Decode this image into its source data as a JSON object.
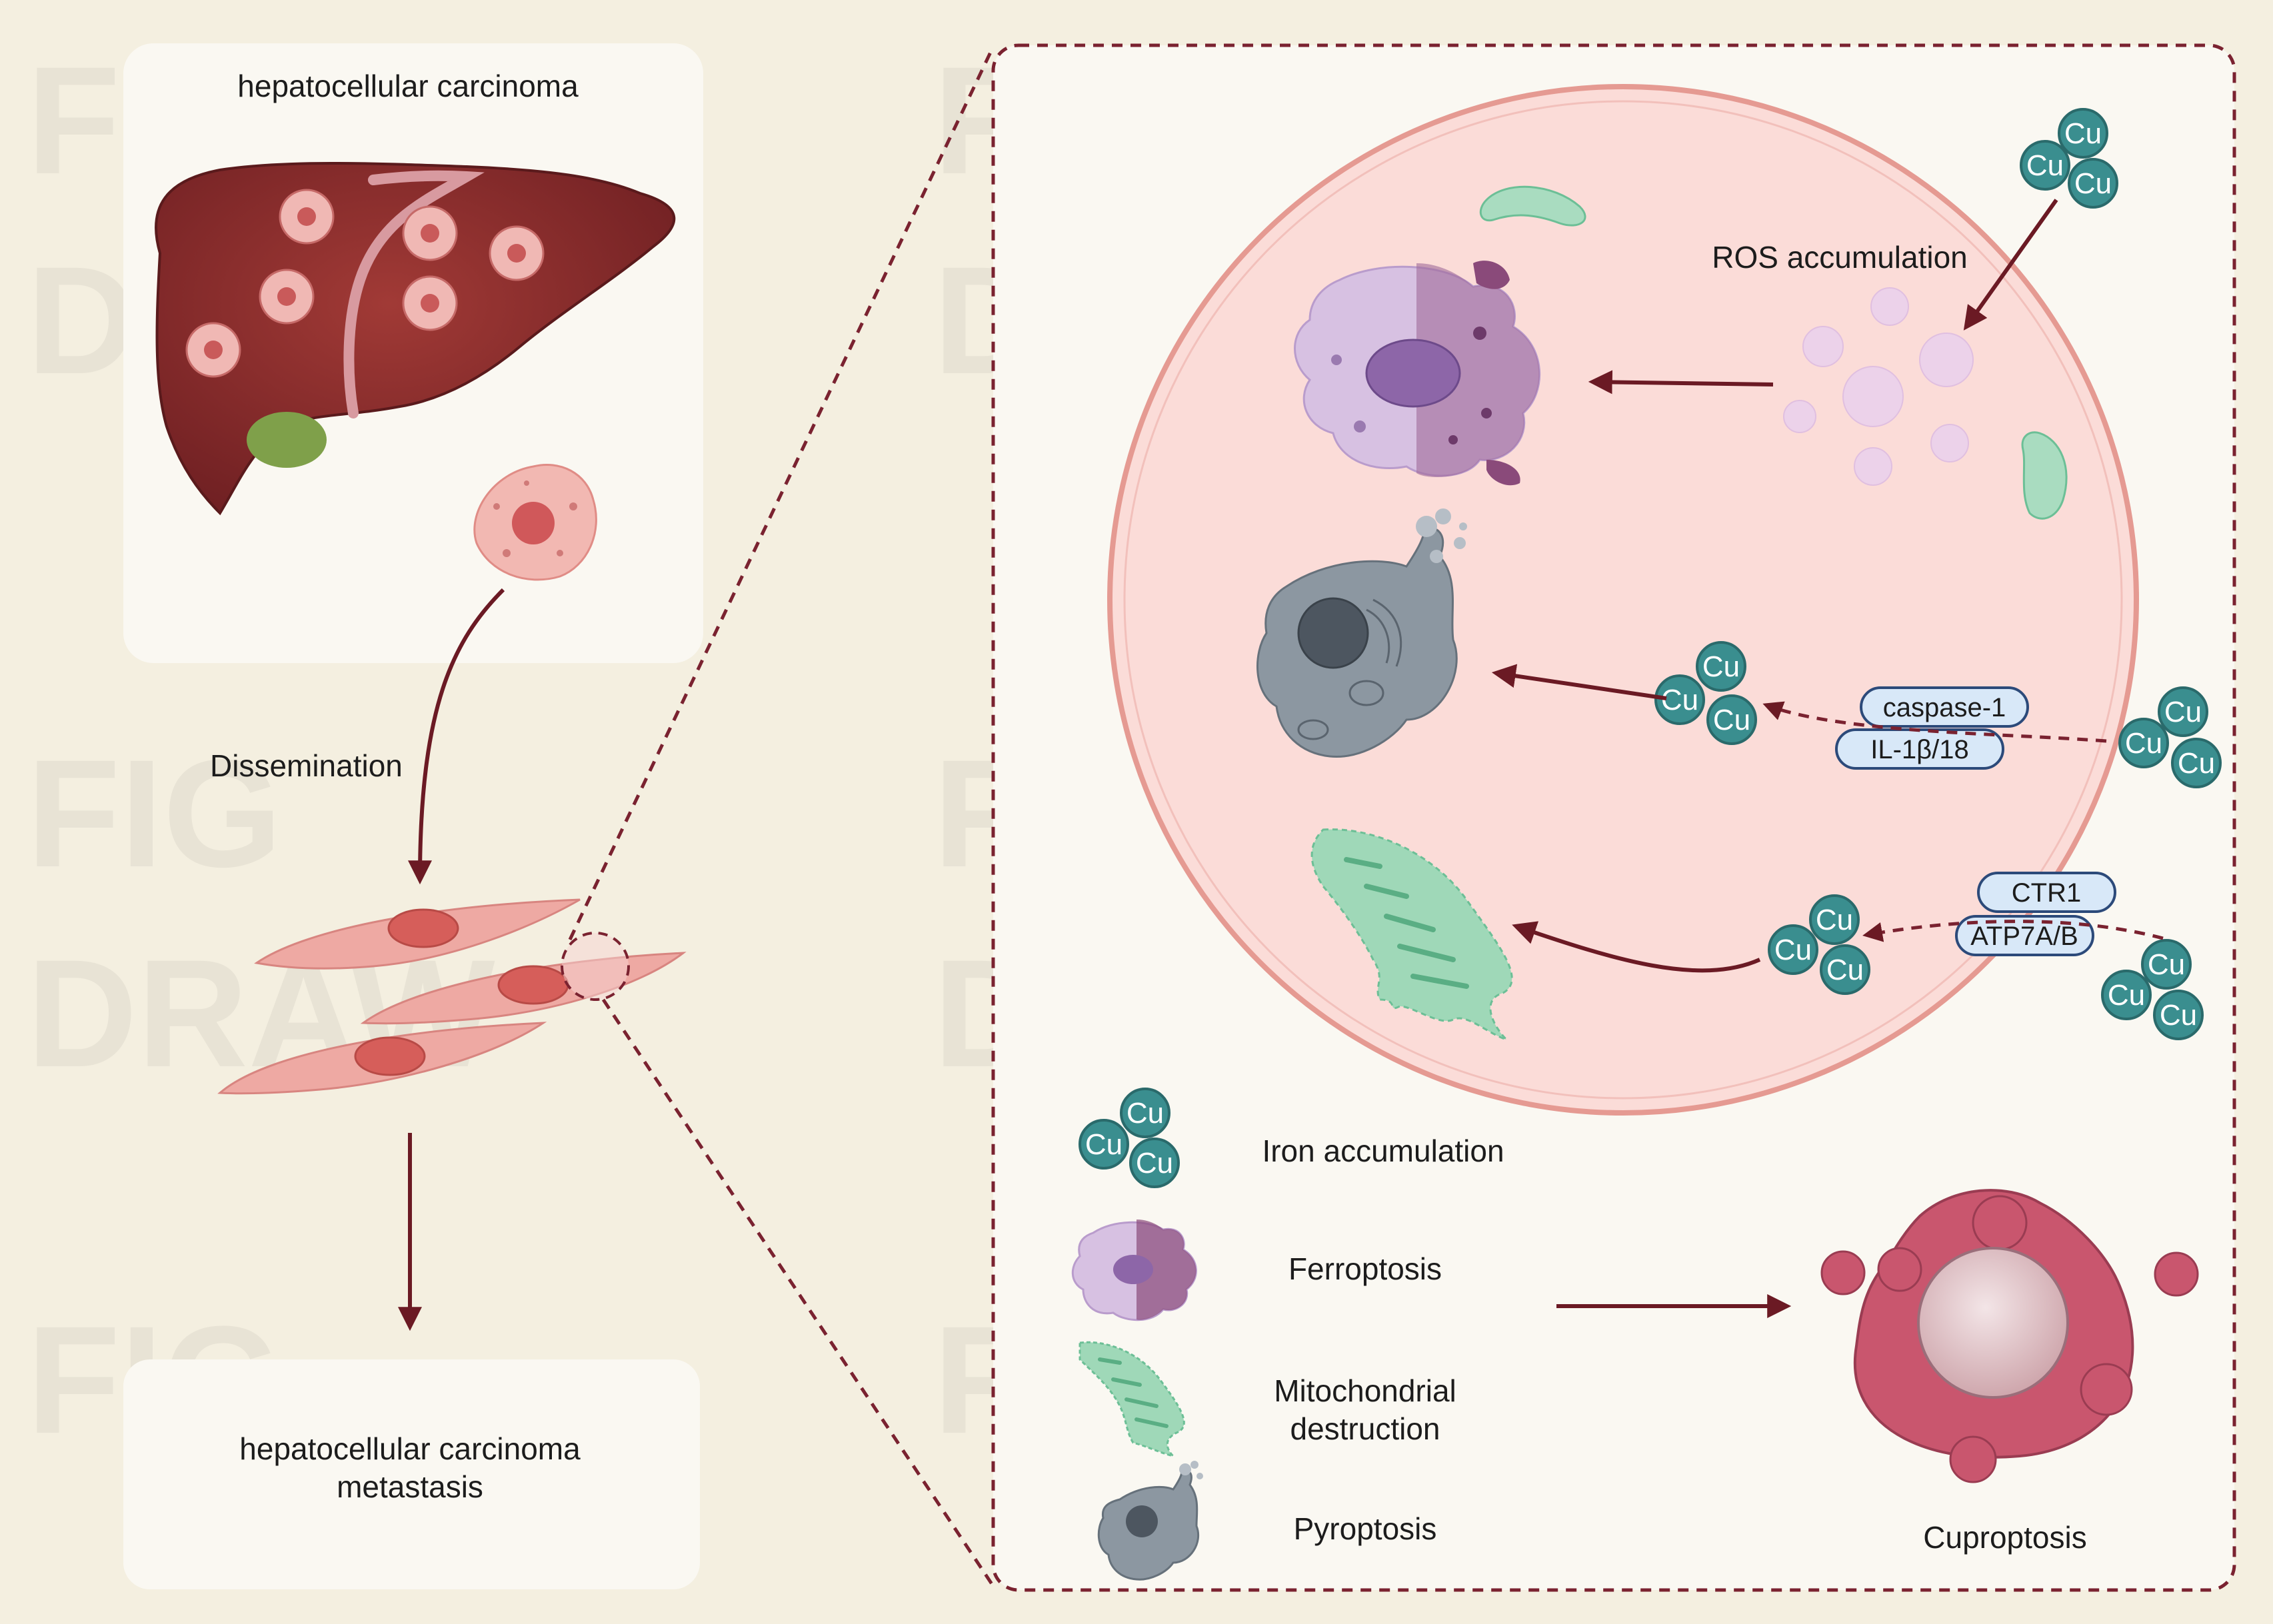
{
  "labels": {
    "hcc_title": "hepatocellular carcinoma",
    "dissemination": "Dissemination",
    "metastasis_line1": "hepatocellular carcinoma",
    "metastasis_line2": "metastasis",
    "ros_accumulation": "ROS accumulation",
    "caspase": "caspase-1",
    "il": "IL-1β/18",
    "ctr1": "CTR1",
    "atp7ab": "ATP7A/B",
    "cu": "Cu",
    "watermark_fig": "FIG",
    "watermark_draw": "DRAW"
  },
  "legend": {
    "iron_accumulation": "Iron accumulation",
    "ferroptosis": "Ferroptosis",
    "mito_line1": "Mitochondrial",
    "mito_line2": "destruction",
    "pyroptosis": "Pyroptosis",
    "cuproptosis": "Cuproptosis"
  },
  "colors": {
    "background": "#f4efe0",
    "panel": "#faf8f2",
    "arrow": "#6b1a24",
    "dashed_border": "#7a2230",
    "cell_circle_fill": "#fbdcd8",
    "cell_circle_stroke": "#e59a92",
    "cu_fill": "#3a8e8f",
    "liver": "#8a2a2a",
    "ferroptosis": "#b08cc0",
    "pyroptosis": "#7a858f",
    "mitochondria": "#6cbf96",
    "cuproptosis": "#c9566e",
    "receptor_fill": "#d8e8f8",
    "receptor_stroke": "#2c4a7a"
  }
}
